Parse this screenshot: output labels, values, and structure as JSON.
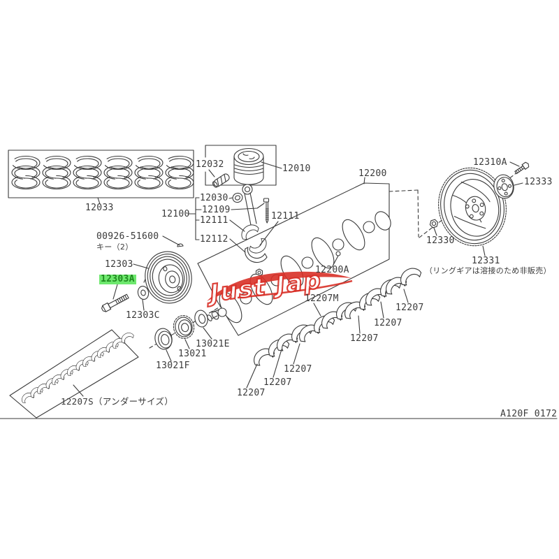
{
  "diagram": {
    "watermark_text": "Just Jap",
    "watermark_color": "#d93028",
    "line_color": "#3a3a3a",
    "highlight_bg": "#6ee86e",
    "highlight_text_color": "#1f8a1f",
    "diagram_code": "A120F 0172"
  },
  "part_labels": [
    {
      "text": "12033"
    },
    {
      "text": "12032"
    },
    {
      "text": "12010"
    },
    {
      "text": "12030"
    },
    {
      "text": "12109"
    },
    {
      "text": "12100"
    },
    {
      "text": "12111"
    },
    {
      "text": "12111"
    },
    {
      "text": "12112"
    },
    {
      "text": "00926-51600"
    },
    {
      "text": "キー（2）"
    },
    {
      "text": "12303"
    },
    {
      "text": "12303A",
      "highlighted": true
    },
    {
      "text": "12303C"
    },
    {
      "text": "12200"
    },
    {
      "text": "12200A"
    },
    {
      "text": "13021E"
    },
    {
      "text": "13021"
    },
    {
      "text": "13021F"
    },
    {
      "text": "12207M"
    },
    {
      "text": "12207"
    },
    {
      "text": "12207"
    },
    {
      "text": "12207"
    },
    {
      "text": "12207"
    },
    {
      "text": "12207"
    },
    {
      "text": "12207"
    },
    {
      "text": "12207S（アンダーサイズ）"
    },
    {
      "text": "12310A"
    },
    {
      "text": "12333"
    },
    {
      "text": "12330"
    },
    {
      "text": "12331"
    },
    {
      "text": "（リングギアは溶接のため非販売）"
    },
    {
      "text": "A120F 0172"
    }
  ]
}
